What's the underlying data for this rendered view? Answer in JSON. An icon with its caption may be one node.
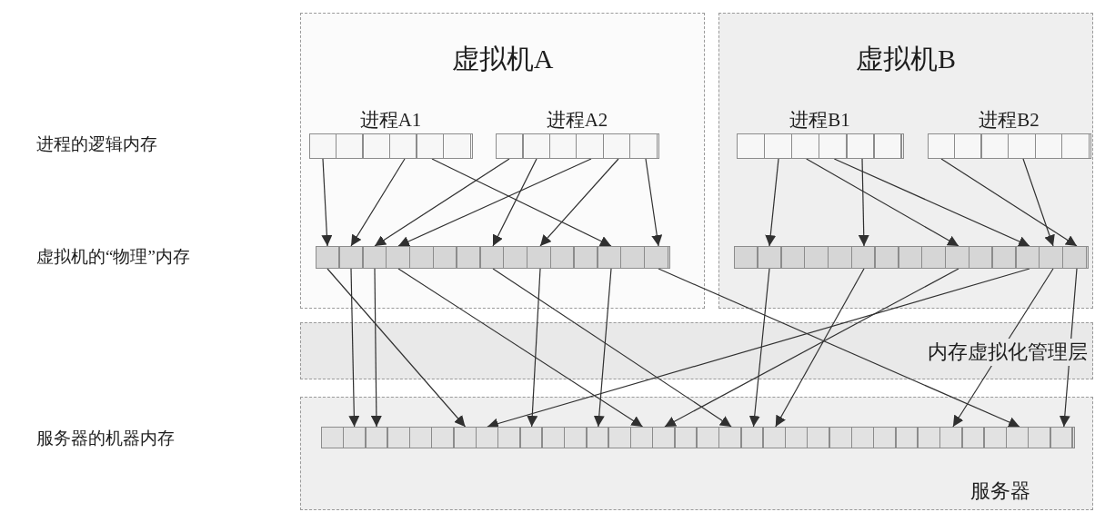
{
  "diagram": {
    "nodes": [
      {
        "text": [
          "虚拟机A"
        ]
      },
      {
        "text": [
          "进程A1"
        ],
        "in": 0
      },
      {
        "text": [
          "进程A2"
        ],
        "in": 0
      },
      {
        "text": [],
        "shape": "bar",
        "in": 0
      },
      {
        "text": [
          "虚拟机B"
        ]
      },
      {
        "text": [
          "进程B1"
        ],
        "in": 4
      },
      {
        "text": [
          "进程B2"
        ],
        "in": 4
      },
      {
        "text": [],
        "shape": "bar",
        "in": 4
      },
      {
        "text": [
          "服务器"
        ]
      },
      {
        "text": [],
        "shape": "bar",
        "in": 8
      }
    ],
    "edges": [
      {
        "from": 1,
        "to": 3,
        "arrow": "to"
      },
      {
        "from": 1,
        "to": 3,
        "arrow": "to"
      },
      {
        "from": 1,
        "to": 3,
        "arrow": "to"
      },
      {
        "from": 2,
        "to": 3,
        "arrow": "to"
      },
      {
        "from": 2,
        "to": 3,
        "arrow": "to"
      },
      {
        "from": 2,
        "to": 3,
        "arrow": "to"
      },
      {
        "from": 2,
        "to": 3,
        "arrow": "to"
      },
      {
        "from": 2,
        "to": 3,
        "arrow": "to"
      },
      {
        "from": 5,
        "to": 7,
        "arrow": "to"
      },
      {
        "from": 5,
        "to": 7,
        "arrow": "to"
      },
      {
        "from": 5,
        "to": 7,
        "arrow": "to"
      },
      {
        "from": 5,
        "to": 7,
        "arrow": "to"
      },
      {
        "from": 6,
        "to": 7,
        "arrow": "to"
      },
      {
        "from": 6,
        "to": 7,
        "arrow": "to"
      },
      {
        "from": 3,
        "to": 9,
        "arrow": "to"
      },
      {
        "from": 3,
        "to": 9,
        "arrow": "to"
      },
      {
        "from": 3,
        "to": 9,
        "arrow": "to"
      },
      {
        "from": 3,
        "to": 9,
        "arrow": "to"
      },
      {
        "from": 3,
        "to": 9,
        "arrow": "to"
      },
      {
        "from": 3,
        "to": 9,
        "arrow": "to"
      },
      {
        "from": 3,
        "to": 9,
        "arrow": "to"
      },
      {
        "from": 3,
        "to": 9,
        "arrow": "to"
      },
      {
        "from": 7,
        "to": 9,
        "arrow": "to"
      },
      {
        "from": 7,
        "to": 9,
        "arrow": "to"
      },
      {
        "from": 7,
        "to": 9,
        "arrow": "to"
      },
      {
        "from": 7,
        "to": 9,
        "arrow": "to"
      },
      {
        "from": 7,
        "to": 9,
        "arrow": "to"
      },
      {
        "from": 7,
        "to": 9,
        "arrow": "to"
      }
    ],
    "labels": [
      "进程的逻辑内存",
      "虚拟机的“物理”内存",
      "内存虚拟化管理层",
      "服务器的机器内存"
    ]
  }
}
